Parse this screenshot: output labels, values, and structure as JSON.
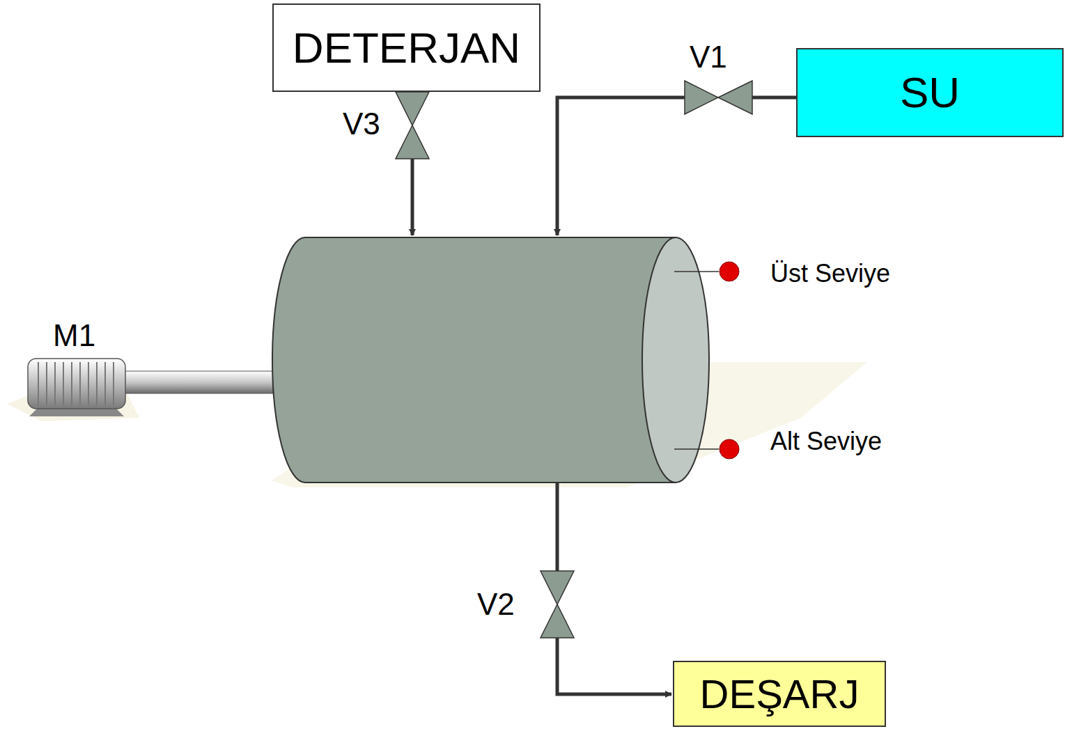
{
  "diagram": {
    "nodes": [
      {
        "text": [
          "DETERJAN"
        ]
      },
      {
        "text": [
          "SU"
        ]
      },
      {
        "text": [
          "DEŞARJ"
        ]
      }
    ],
    "labels": [
      "V3",
      "V1",
      "M1",
      "Üst Seviye",
      "Alt Seviye",
      "V2"
    ]
  }
}
